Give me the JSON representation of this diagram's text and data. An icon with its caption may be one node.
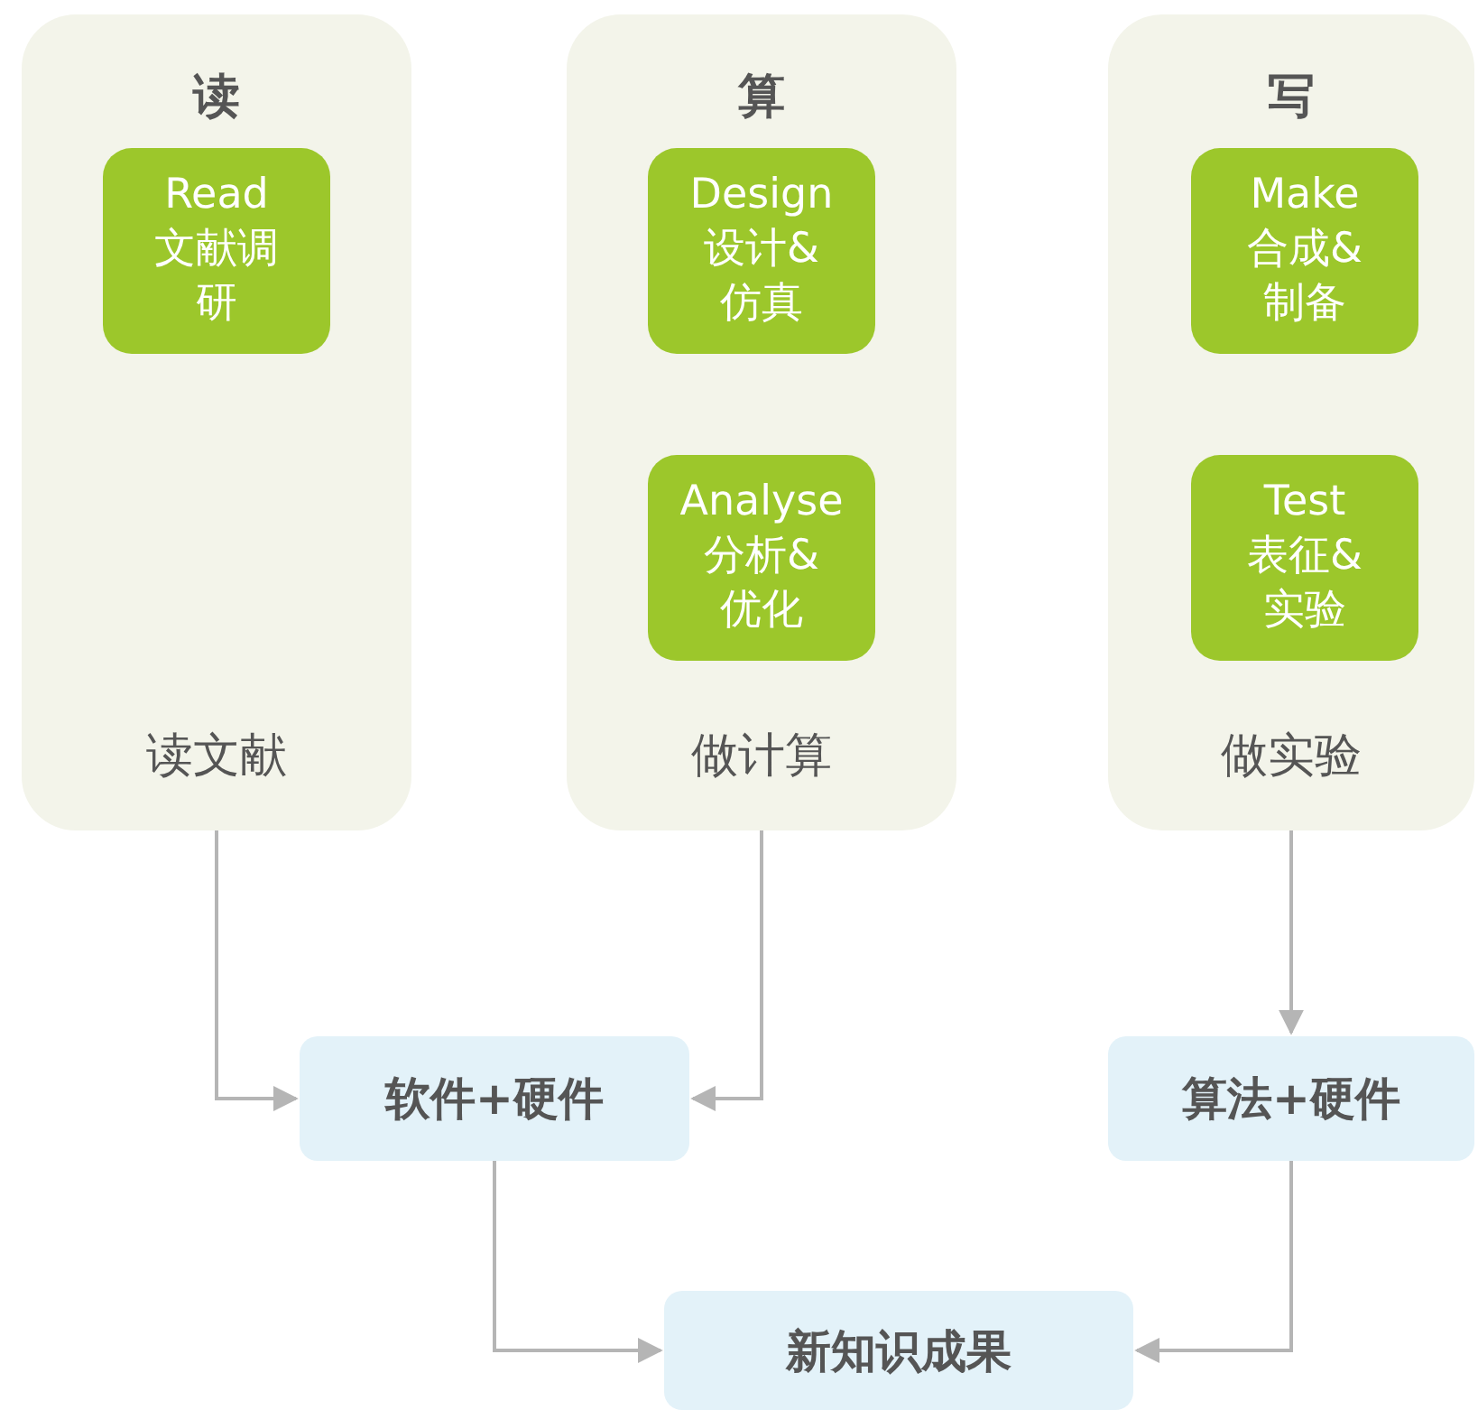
{
  "diagram": {
    "nodes": [
      {
        "text": [
          "读",
          "读文献"
        ]
      },
      {
        "text": [
          "Read",
          "文献调研"
        ],
        "in": 0
      },
      {
        "text": [
          "算",
          "做计算"
        ]
      },
      {
        "text": [
          "Design",
          "设计&仿真"
        ],
        "in": 2
      },
      {
        "text": [
          "Analyse",
          "分析&优化"
        ],
        "in": 2
      },
      {
        "text": [
          "写",
          "做实验"
        ]
      },
      {
        "text": [
          "Make",
          "合成&制备"
        ],
        "in": 5
      },
      {
        "text": [
          "Test",
          "表征&实验"
        ],
        "in": 5
      },
      {
        "text": [
          "软件+硬件"
        ]
      },
      {
        "text": [
          "算法+硬件"
        ]
      },
      {
        "text": [
          "新知识成果"
        ]
      }
    ],
    "edges": [
      {
        "from": 0,
        "to": 8,
        "arrow": "to"
      },
      {
        "from": 2,
        "to": 8,
        "arrow": "to"
      },
      {
        "from": 5,
        "to": 9,
        "arrow": "to"
      },
      {
        "from": 8,
        "to": 10,
        "arrow": "to"
      },
      {
        "from": 9,
        "to": 10,
        "arrow": "to"
      }
    ]
  }
}
